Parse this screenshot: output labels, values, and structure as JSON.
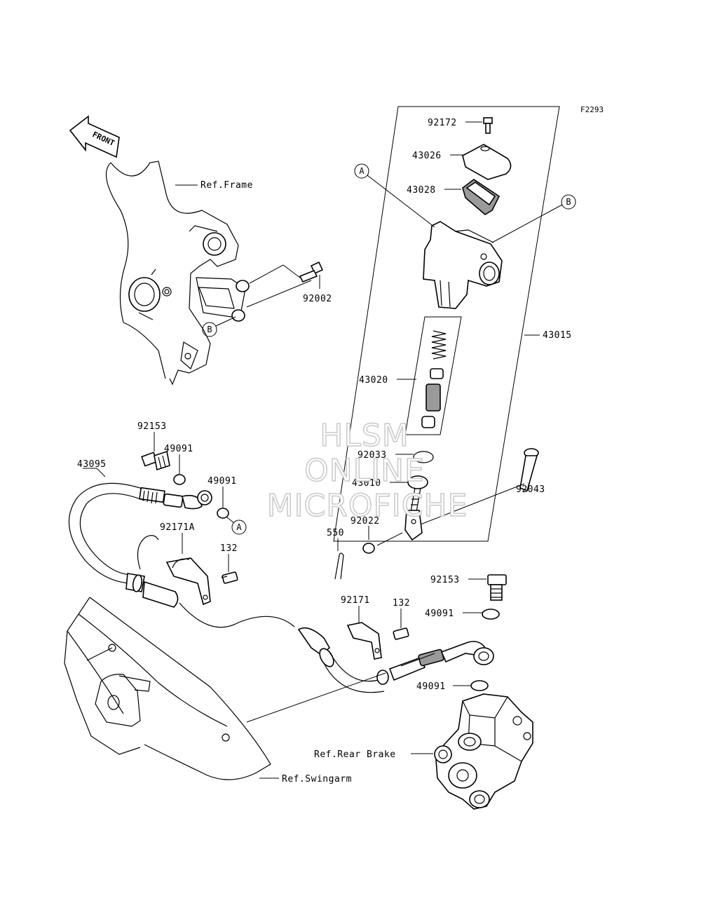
{
  "diagram_code": "F2293",
  "front_arrow": {
    "label": "FRONT"
  },
  "refs": {
    "frame": "Ref.Frame",
    "rear_brake": "Ref.Rear Brake",
    "swingarm": "Ref.Swingarm"
  },
  "callouts": {
    "a": "A",
    "b": "B"
  },
  "parts": {
    "p92172": "92172",
    "p43026": "43026",
    "p43028": "43028",
    "p43015": "43015",
    "p92002": "92002",
    "p43020": "43020",
    "p92033": "92033",
    "p43010": "43010",
    "p92043": "92043",
    "p92022": "92022",
    "p550": "550",
    "p92153_top": "92153",
    "p49091_a": "49091",
    "p49091_b": "49091",
    "p43095": "43095",
    "p92171A": "92171A",
    "p132_a": "132",
    "p92153_bottom": "92153",
    "p92171": "92171",
    "p132_b": "132",
    "p49091_c": "49091",
    "p49091_d": "49091"
  },
  "watermark": {
    "line1": "HLSM",
    "line2": "ONLINE",
    "line3": "MICROFICHE"
  }
}
